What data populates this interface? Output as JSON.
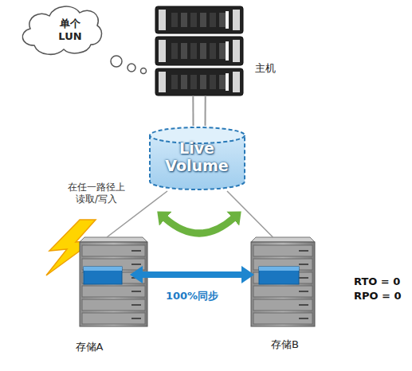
{
  "diagram": {
    "nodes": [
      {
        "text": [
          "单个 LUN"
        ]
      },
      {
        "text": [
          "主机"
        ]
      },
      {
        "text": [
          "Live Volume"
        ]
      },
      {
        "text": [
          "存储A"
        ]
      },
      {
        "text": [
          "存储B"
        ]
      }
    ],
    "edges": [
      {
        "from": 1,
        "to": 2,
        "arrow": "none"
      },
      {
        "from": 1,
        "to": 2,
        "arrow": "none"
      },
      {
        "from": 2,
        "to": 3,
        "arrow": "none"
      },
      {
        "from": 2,
        "to": 4,
        "arrow": "none"
      },
      {
        "from": 3,
        "to": 4,
        "arrow": "both",
        "label": "100%同步"
      }
    ],
    "labels": [
      "在任一路径上 读取/写入",
      "RTO = 0",
      "RPO = 0"
    ]
  }
}
